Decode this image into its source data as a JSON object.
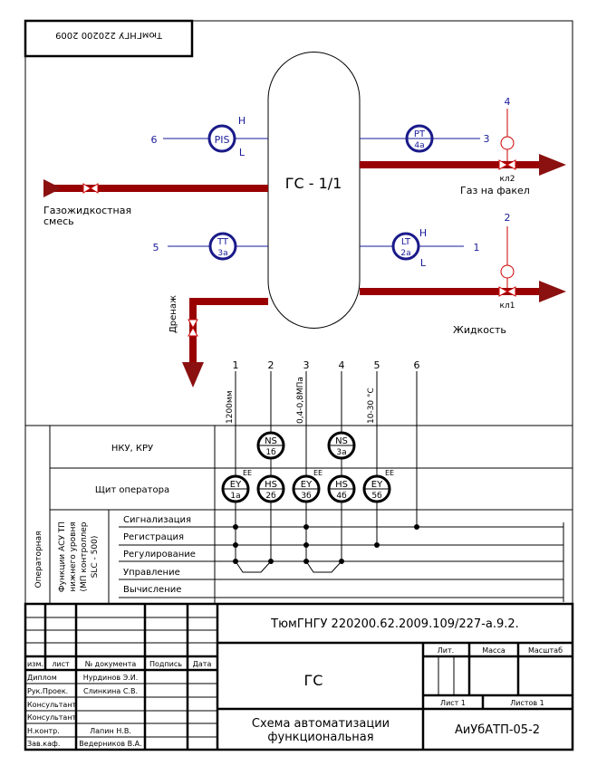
{
  "stamp": "ТюмГНГУ 220200 2009",
  "vessel": {
    "label": "ГС - 1/1"
  },
  "streams": {
    "inlet_line1": "Газожидкостная",
    "inlet_line2": "смесь",
    "gas_out": "Газ на факел",
    "liquid_out": "Жидкость",
    "drain": "Дренаж",
    "valve_gas": "кл2",
    "valve_liquid": "кл1"
  },
  "instruments": {
    "pis": {
      "code": "PIS",
      "num": "",
      "line": "6",
      "hi": "H",
      "lo": "L"
    },
    "pt": {
      "code": "PT",
      "num": "4а",
      "line": "3"
    },
    "tt": {
      "code": "TT",
      "num": "3а",
      "line": "5"
    },
    "lt": {
      "code": "LT",
      "num": "2а",
      "line": "1",
      "hi": "H",
      "lo": "L"
    },
    "actuator_gas": {
      "line": "4"
    },
    "actuator_liquid": {
      "line": "2"
    }
  },
  "loops": {
    "numbers": [
      "1",
      "2",
      "3",
      "4",
      "5",
      "6"
    ],
    "ranges": {
      "level": "1200мм",
      "pressure": "0,4-0,8МПа",
      "temp": "10-30 °С"
    },
    "ee": "EE"
  },
  "table": {
    "room": "Операторная",
    "functions_group": [
      "Функции АСУ ТП",
      "нижнего уровня",
      "(МП контроллер",
      "SLC - 500)"
    ],
    "rows": {
      "nku": "НКУ, КРУ",
      "panel": "Щит оператора"
    },
    "functions": [
      "Сигнализация",
      "Регистрация",
      "Регулирование",
      "Управление",
      "Вычисление"
    ],
    "nku_devices": [
      {
        "code": "NS",
        "num": "1б"
      },
      {
        "code": "NS",
        "num": "3а"
      }
    ],
    "panel_devices": [
      {
        "code": "EY",
        "num": "1а"
      },
      {
        "code": "HS",
        "num": "2б"
      },
      {
        "code": "EY",
        "num": "3б"
      },
      {
        "code": "HS",
        "num": "4б"
      },
      {
        "code": "EY",
        "num": "5б"
      }
    ]
  },
  "title_block": {
    "doc_code": "ТюмГНГУ 220200.62.2009.109/227-а.9.2.",
    "object": "ГС",
    "title_line1": "Схема автоматизации",
    "title_line2": "функциональная",
    "group": "АиУбАТП-05-2",
    "lit": "Лит.",
    "mass": "Масса",
    "scale": "Масштаб",
    "sheet": "Лист 1",
    "sheets": "Листов 1",
    "headers": [
      "изм.",
      "лист",
      "№ документа",
      "Подпись",
      "Дата"
    ],
    "roles": [
      {
        "role": "Диплом",
        "name": "Нурдинов Э.И."
      },
      {
        "role": "Рук.Проек.",
        "name": "Слинкина С.В."
      },
      {
        "role": "Консультант",
        "name": ""
      },
      {
        "role": "Консультант",
        "name": ""
      },
      {
        "role": "Н.контр.",
        "name": "Лапин Н.В."
      },
      {
        "role": "Зав.каф.",
        "name": "Ведерников В.А."
      }
    ]
  }
}
